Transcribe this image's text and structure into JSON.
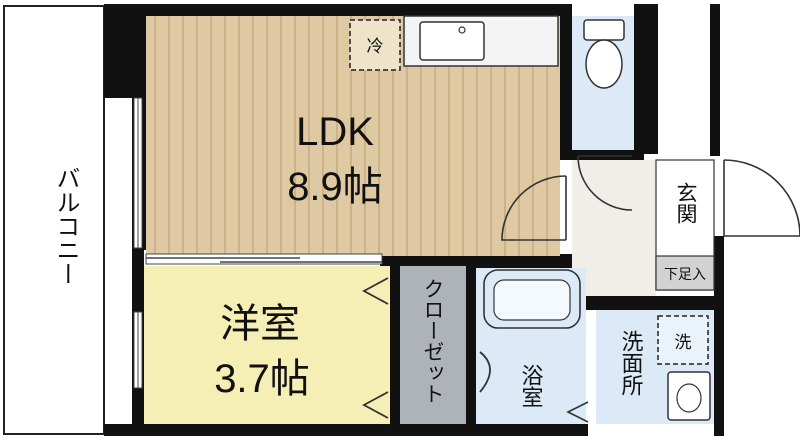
{
  "balcony": {
    "label": "バルコニー"
  },
  "ldk": {
    "name": "LDK",
    "size": "8.9帖"
  },
  "bedroom": {
    "name": "洋室",
    "size": "3.7帖"
  },
  "closet": {
    "label": "クローゼット"
  },
  "bath": {
    "label": "浴室"
  },
  "washroom": {
    "label": "洗面所"
  },
  "entrance": {
    "label": "玄関"
  },
  "shoe_box": {
    "label": "下足入"
  },
  "fridge": {
    "label": "冷"
  },
  "washer": {
    "label": "洗"
  },
  "colors": {
    "wall": "#111111",
    "ldk_floor": "#dfc9a3",
    "ldk_stripe": "#c3a97e",
    "bedroom_floor": "#f5efb6",
    "wet_area": "#dbeaf6",
    "closet": "#aeb3b9",
    "entrance": "#f1eeea"
  }
}
